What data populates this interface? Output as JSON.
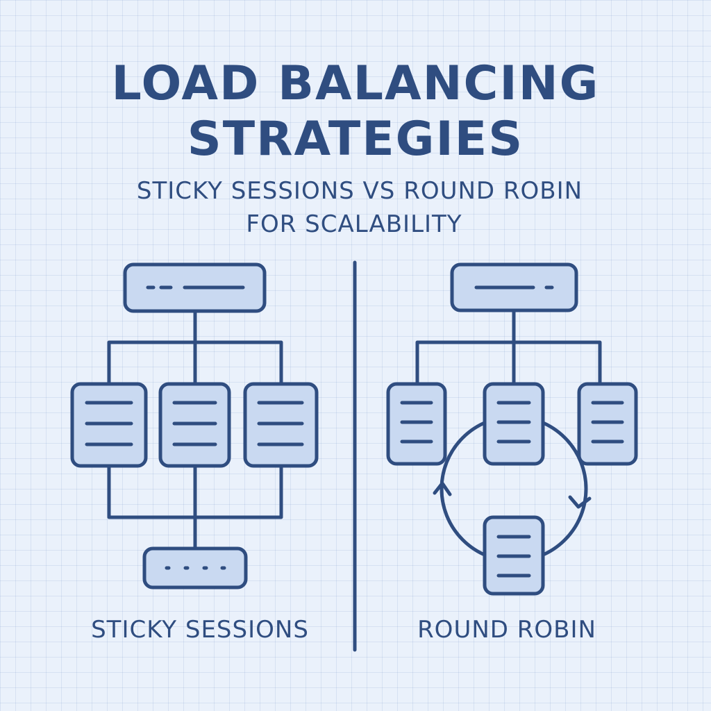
{
  "header": {
    "title_line1": "LOAD BALANCING",
    "title_line2": "STRATEGIES",
    "subtitle_line1": "STICKY SESSIONS VS ROUND ROBIN",
    "subtitle_line2": "FOR SCALABILITY"
  },
  "panels": {
    "left_label": "STICKY SESSIONS",
    "right_label": "ROUND ROBIN"
  },
  "colors": {
    "stroke": "#2f4d80",
    "box_fill": "#c9d9f1",
    "background": "#eaf1fb"
  }
}
